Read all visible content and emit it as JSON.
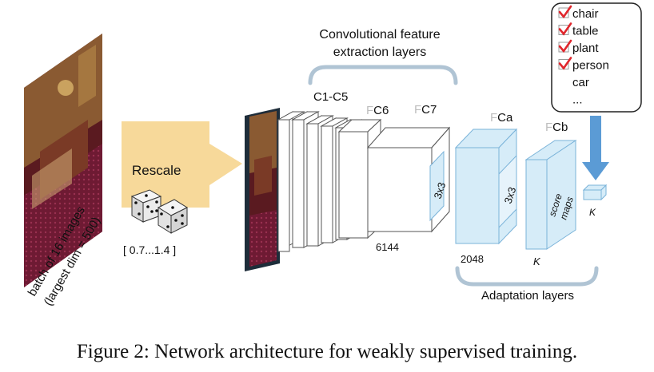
{
  "input_image": {
    "caption_line1": "batch of 16 images",
    "caption_line2": "(largest dim = 500)"
  },
  "rescale": {
    "label": "Rescale",
    "range": "[ 0.7...1.4 ]"
  },
  "feature_layers": {
    "title_line1": "Convolutional feature",
    "title_line2": "extraction layers",
    "conv_label": "C1-C5",
    "fc6_prefix": "F",
    "fc6_rest": "C6",
    "fc7_prefix": "F",
    "fc7_rest": "C7",
    "fc7_kernel": "3x3",
    "fc7_dim": "6144"
  },
  "adaptation_layers": {
    "title": "Adaptation layers",
    "fca_prefix": "F",
    "fca_rest": "Ca",
    "fca_kernel": "3x3",
    "fca_dim": "2048",
    "fcb_prefix": "F",
    "fcb_rest": "Cb",
    "score_line1": "score",
    "score_line2": "maps",
    "fcb_dim": "K"
  },
  "output": {
    "classes": [
      {
        "label": "chair",
        "checked": true
      },
      {
        "label": "table",
        "checked": true
      },
      {
        "label": "plant",
        "checked": true
      },
      {
        "label": "person",
        "checked": true
      },
      {
        "label": "car",
        "checked": false
      },
      {
        "label": "...",
        "checked": false
      }
    ],
    "vector_dim": "K"
  },
  "caption": "Figure 2: Network architecture for weakly supervised training.",
  "colors": {
    "adapt_fill": "#d6ecf8",
    "adapt_stroke": "#7ab3d9",
    "arrow_fill": "#f7d99a",
    "blue_arrow": "#5b9bd5",
    "brace": "#b0c4d4",
    "check": "#e0262c"
  }
}
